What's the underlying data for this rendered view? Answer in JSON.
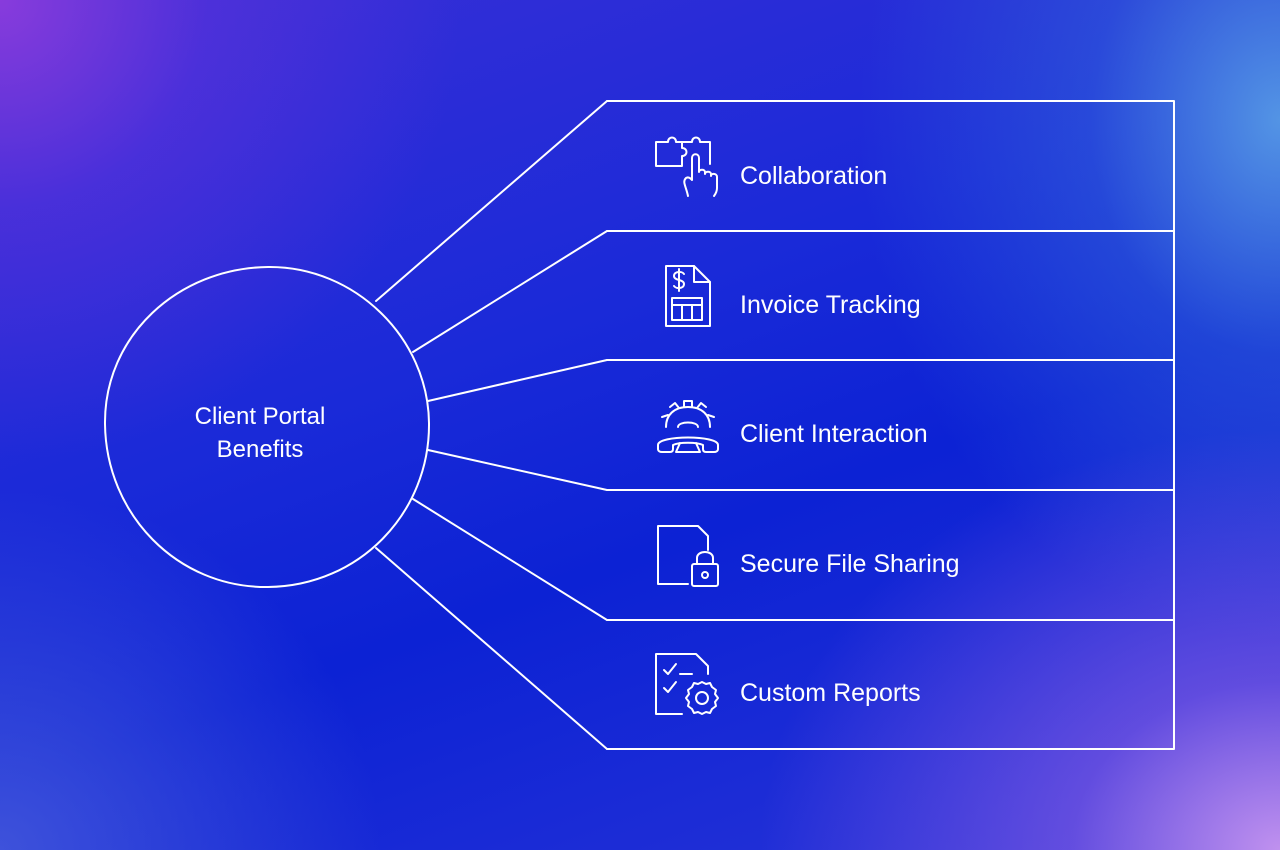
{
  "center": {
    "line1": "Client Portal",
    "line2": "Benefits"
  },
  "items": [
    {
      "label": "Collaboration",
      "icon": "puzzle-hand-icon"
    },
    {
      "label": "Invoice Tracking",
      "icon": "invoice-document-icon"
    },
    {
      "label": "Client Interaction",
      "icon": "gear-phone-icon"
    },
    {
      "label": "Secure File Sharing",
      "icon": "locked-file-icon"
    },
    {
      "label": "Custom Reports",
      "icon": "checklist-gear-icon"
    }
  ],
  "colors": {
    "stroke": "#ffffff",
    "background_primary": "#0c22d4",
    "background_accent_purple": "#8a3fdc",
    "background_accent_pink": "#c896f0"
  }
}
